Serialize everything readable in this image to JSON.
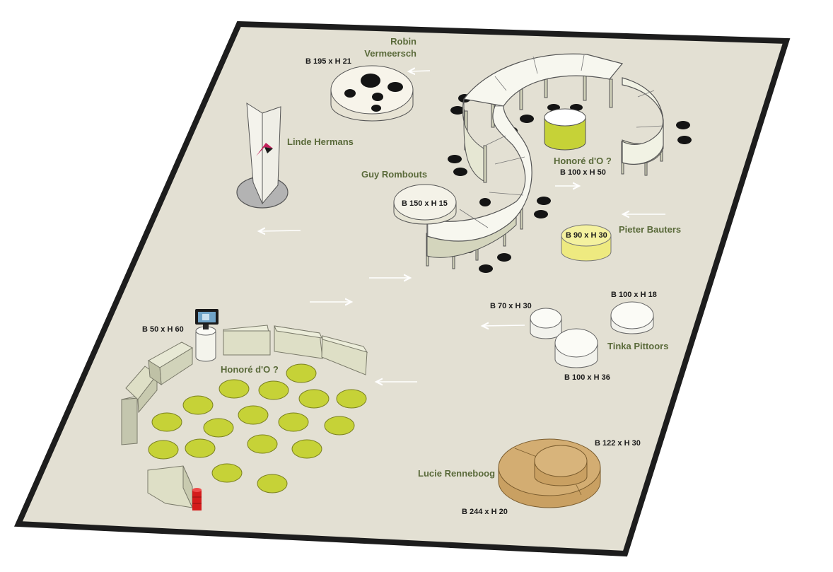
{
  "colors": {
    "floor": "#e3e0d3",
    "border": "#1d1d1d",
    "artist_label": "#5a6a3a",
    "dimension_label": "#1a1a1a",
    "lime": "#c6d237",
    "lime_stroke": "#7a8020",
    "yellow_plinth": "#eeea80",
    "wood": "#d3ad72",
    "white_plinth": "#fbfbf6",
    "bench": "#dedfc6",
    "black_spot": "#141414",
    "red_object": "#d41b1b",
    "arrow": "#ffffff"
  },
  "artists": {
    "robin_line1": "Robin",
    "robin_line2": "Vermeersch",
    "linde": "Linde Hermans",
    "guy": "Guy Rombouts",
    "honore_top": "Honoré d'O ?",
    "pieter": "Pieter Bauters",
    "tinka": "Tinka Pittoors",
    "honore_bottom": "Honoré d'O ?",
    "lucie": "Lucie Renneboog"
  },
  "dimensions": {
    "robin": "B 195 x H 21",
    "guy": "B 150 x H 15",
    "honore_top": "B 100 x H 50",
    "pieter": "B 90 x H 30",
    "tinka_small": "B 70 x H 30",
    "tinka_top": "B 100 x H 18",
    "tinka_large": "B 100 x H 36",
    "honore_bottom": "B 50 x H 60",
    "lucie_top": "B 122 x H 30",
    "lucie_bottom": "B 244 x H 20"
  },
  "icons": {
    "arrow": "left-right-arrow-icon",
    "screen": "video-screen-icon",
    "red_object": "red-cylinder-icon"
  }
}
